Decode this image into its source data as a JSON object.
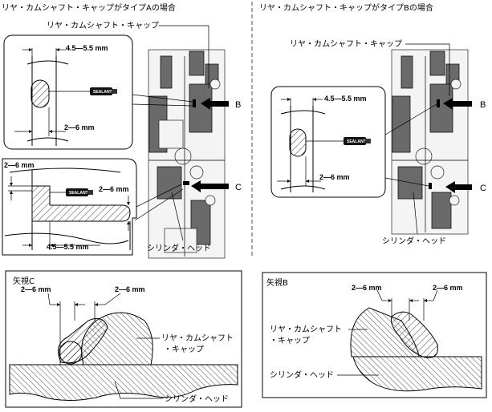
{
  "panel_a": {
    "title": "リヤ・カムシャフト・キャップがタイプAの場合",
    "cap_label": "リヤ・カムシャフト・キャップ",
    "head_label": "シリンダ・ヘッド",
    "callout_b": "B",
    "callout_c": "C",
    "detail_b": {
      "dim_top": "4.5—5.5 mm",
      "dim_bottom": "2—6 mm",
      "sealant": "SEALANT"
    },
    "detail_c": {
      "dim_left": "2—6 mm",
      "dim_right": "2—6 mm",
      "dim_bottom": "4.5—5.5 mm",
      "sealant": "SEALANT"
    }
  },
  "panel_b": {
    "title": "リヤ・カムシャフト・キャップがタイプBの場合",
    "cap_label": "リヤ・カムシャフト・キャップ",
    "head_label": "シリンダ・ヘッド",
    "callout_b": "B",
    "callout_c": "C",
    "detail": {
      "dim_top": "4.5—5.5 mm",
      "dim_bottom": "2—6 mm",
      "sealant": "SEALANT"
    }
  },
  "view_c": {
    "title": "矢視C",
    "dim_left": "2—6 mm",
    "dim_right": "2—6 mm",
    "cap_label_line1": "リヤ・カムシャフト",
    "cap_label_line2": "・キャップ",
    "head_label": "シリンダ・ヘッド"
  },
  "view_b": {
    "title": "矢視B",
    "dim_left": "2—6 mm",
    "dim_right": "2—6 mm",
    "cap_label_line1": "リヤ・カムシャフト",
    "cap_label_line2": "・キャップ",
    "head_label": "シリンダ・ヘッド"
  }
}
